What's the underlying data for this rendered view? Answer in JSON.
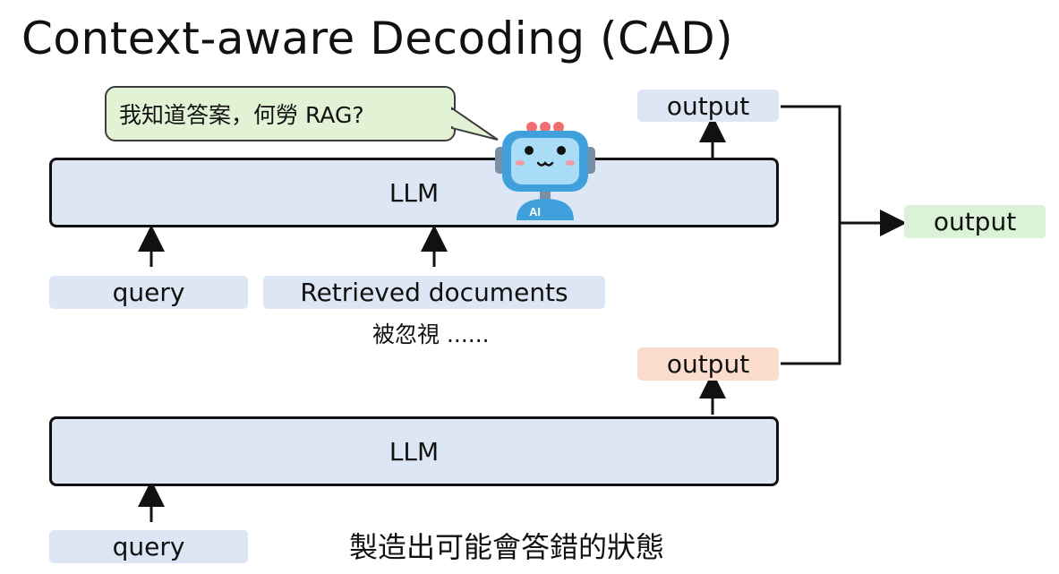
{
  "title": "Context-aware Decoding (CAD)",
  "bubble_text": "我知道答案，何勞 RAG?",
  "top": {
    "llm_label": "LLM",
    "query_label": "query",
    "docs_label": "Retrieved documents",
    "ignored_note": "被忽視 ......",
    "output_label": "output"
  },
  "bottom": {
    "llm_label": "LLM",
    "query_label": "query",
    "output_label": "output",
    "note": "製造出可能會答錯的狀態"
  },
  "final_output_label": "output",
  "robot_badge": "AI",
  "icons": [
    "robot-ai-icon",
    "arrow-up-icon",
    "arrow-right-icon"
  ],
  "colors": {
    "llm_fill": "#dde6f5",
    "query_fill": "#dde6f5",
    "final_output_fill": "#daf2d6",
    "bottom_output_fill": "#fbdccd",
    "bubble_fill": "#e2f3d5"
  }
}
